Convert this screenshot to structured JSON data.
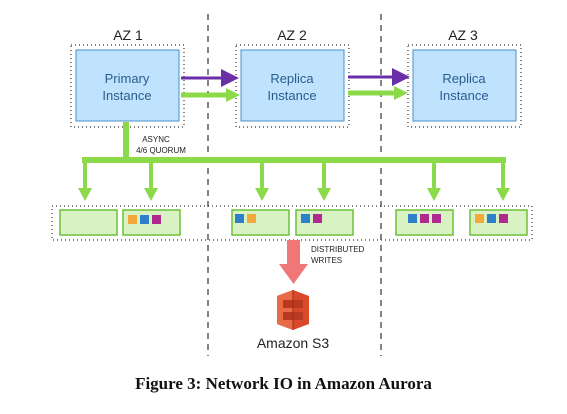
{
  "zones": [
    "AZ 1",
    "AZ 2",
    "AZ 3"
  ],
  "instances": {
    "primary": [
      "Primary",
      "Instance"
    ],
    "replica2": [
      "Replica",
      "Instance"
    ],
    "replica3": [
      "Replica",
      "Instance"
    ]
  },
  "labels": {
    "quorum": [
      "ASYNC",
      "4/6 QUORUM"
    ],
    "distributed": [
      "DISTRIBUTED",
      "WRITES"
    ],
    "s3": "Amazon S3"
  },
  "caption": "Figure 3: Network IO in Amazon Aurora",
  "colors": {
    "instance_fill": "#bfe2ff",
    "instance_border": "#4a90c8",
    "green": "#8cd94a",
    "purple": "#6a2fa8",
    "storage_fill": "#d9f2c4",
    "storage_border": "#6cc03a",
    "orange": "#f3a93c",
    "blue": "#2d7fc8",
    "magenta": "#b02a8e",
    "red_arrow": "#f07777",
    "s3_red": "#d84a2a"
  }
}
